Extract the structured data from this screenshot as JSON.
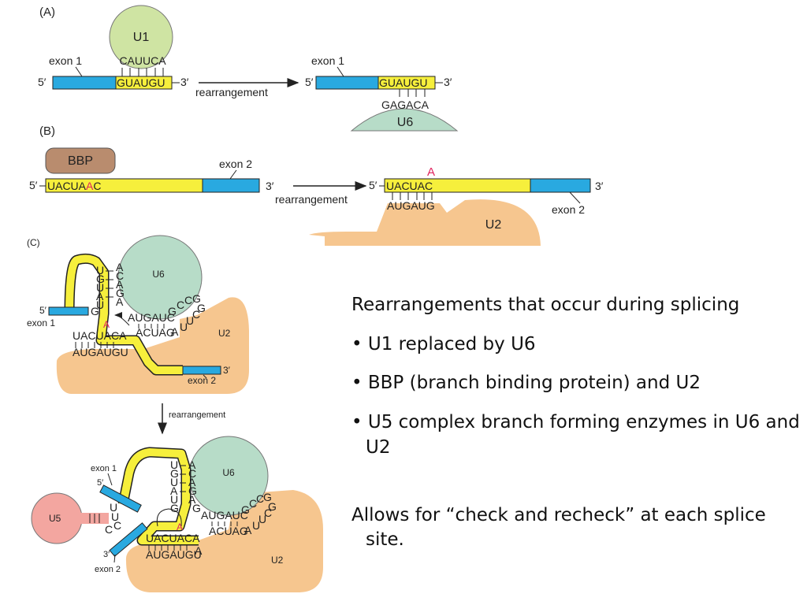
{
  "colors": {
    "exon": "#29a9e0",
    "intron": "#f6ef3c",
    "u1": "#cfe4a3",
    "u6": "#b7dcc8",
    "u2": "#f6c68f",
    "u5": "#f3a6a0",
    "bbp": "#b98c6e",
    "branch_a": "#e0245e"
  },
  "panel_a": {
    "tag": "(A)",
    "exon1": "exon 1",
    "five": "5′",
    "three": "3′",
    "u1": "U1",
    "u1_seq": "CAUUCA",
    "donor_seq": "GUAUGU",
    "arrow_label": "rearrangement",
    "exon1_right": "exon 1",
    "donor_seq_right": "GUAUGU",
    "u6_seq": "GAGACA",
    "u6": "U6"
  },
  "panel_b": {
    "tag": "(B)",
    "bbp": "BBP",
    "five": "5′",
    "three": "3′",
    "branch_seq_left": "UACUA",
    "branch_a": "A",
    "branch_seq_end": "C",
    "exon2": "exon 2",
    "arrow_label": "rearrangement",
    "branch_seq_right": "UACUAC",
    "u2_seq": "AUGAUG",
    "u2": "U2",
    "exon2_right": "exon 2"
  },
  "panel_c": {
    "tag": "(C)",
    "top": {
      "u6": "U6",
      "u2": "U2",
      "five": "5′",
      "exon1": "exon 1",
      "exon2": "exon 2",
      "three": "3′",
      "vert_left": [
        "U",
        "G",
        "U",
        "A",
        "U"
      ],
      "vert_right": [
        "A",
        "C",
        "A",
        "G",
        "A"
      ],
      "g": "G",
      "a": "A",
      "branch_top": "UACUACA",
      "branch_bottom": "AUGAUGU",
      "u6_diag": "AUGAUC",
      "u2_diag": "ACUAG",
      "arc_a": [
        "A",
        "U",
        "U",
        "C",
        "G"
      ],
      "arc_b": [
        "G",
        "C",
        "C",
        "G"
      ]
    },
    "arrow_label": "rearrangement",
    "bottom": {
      "exon1": "exon 1",
      "five": "5′",
      "u5": "U5",
      "u6": "U6",
      "u2": "U2",
      "three": "3′",
      "exon2": "exon 2",
      "vert_left": [
        "U",
        "G",
        "U",
        "A",
        "U",
        "G"
      ],
      "vert_right": [
        "A",
        "C",
        "A",
        "G",
        "A",
        "G"
      ],
      "u5_letters": [
        "U",
        "U",
        "C",
        "C"
      ],
      "branch_top": "UACUACA",
      "branch_bottom": "AUGAUGU",
      "a": "A",
      "g": "A",
      "u6_diag": "AUGAUC",
      "u2_diag": "ACUAG",
      "arc_a": [
        "A",
        "U",
        "U",
        "C",
        "G"
      ],
      "arc_b": [
        "G",
        "C",
        "C",
        "G"
      ]
    }
  },
  "notes": {
    "title": "Rearrangements that occur during splicing",
    "bullets": [
      "•  U1 replaced by U6",
      "• BBP (branch binding protein) and U2",
      "• U5 complex branch forming enzymes in U6 and U2"
    ],
    "footer": "Allows for “check and recheck” at each splice site."
  }
}
